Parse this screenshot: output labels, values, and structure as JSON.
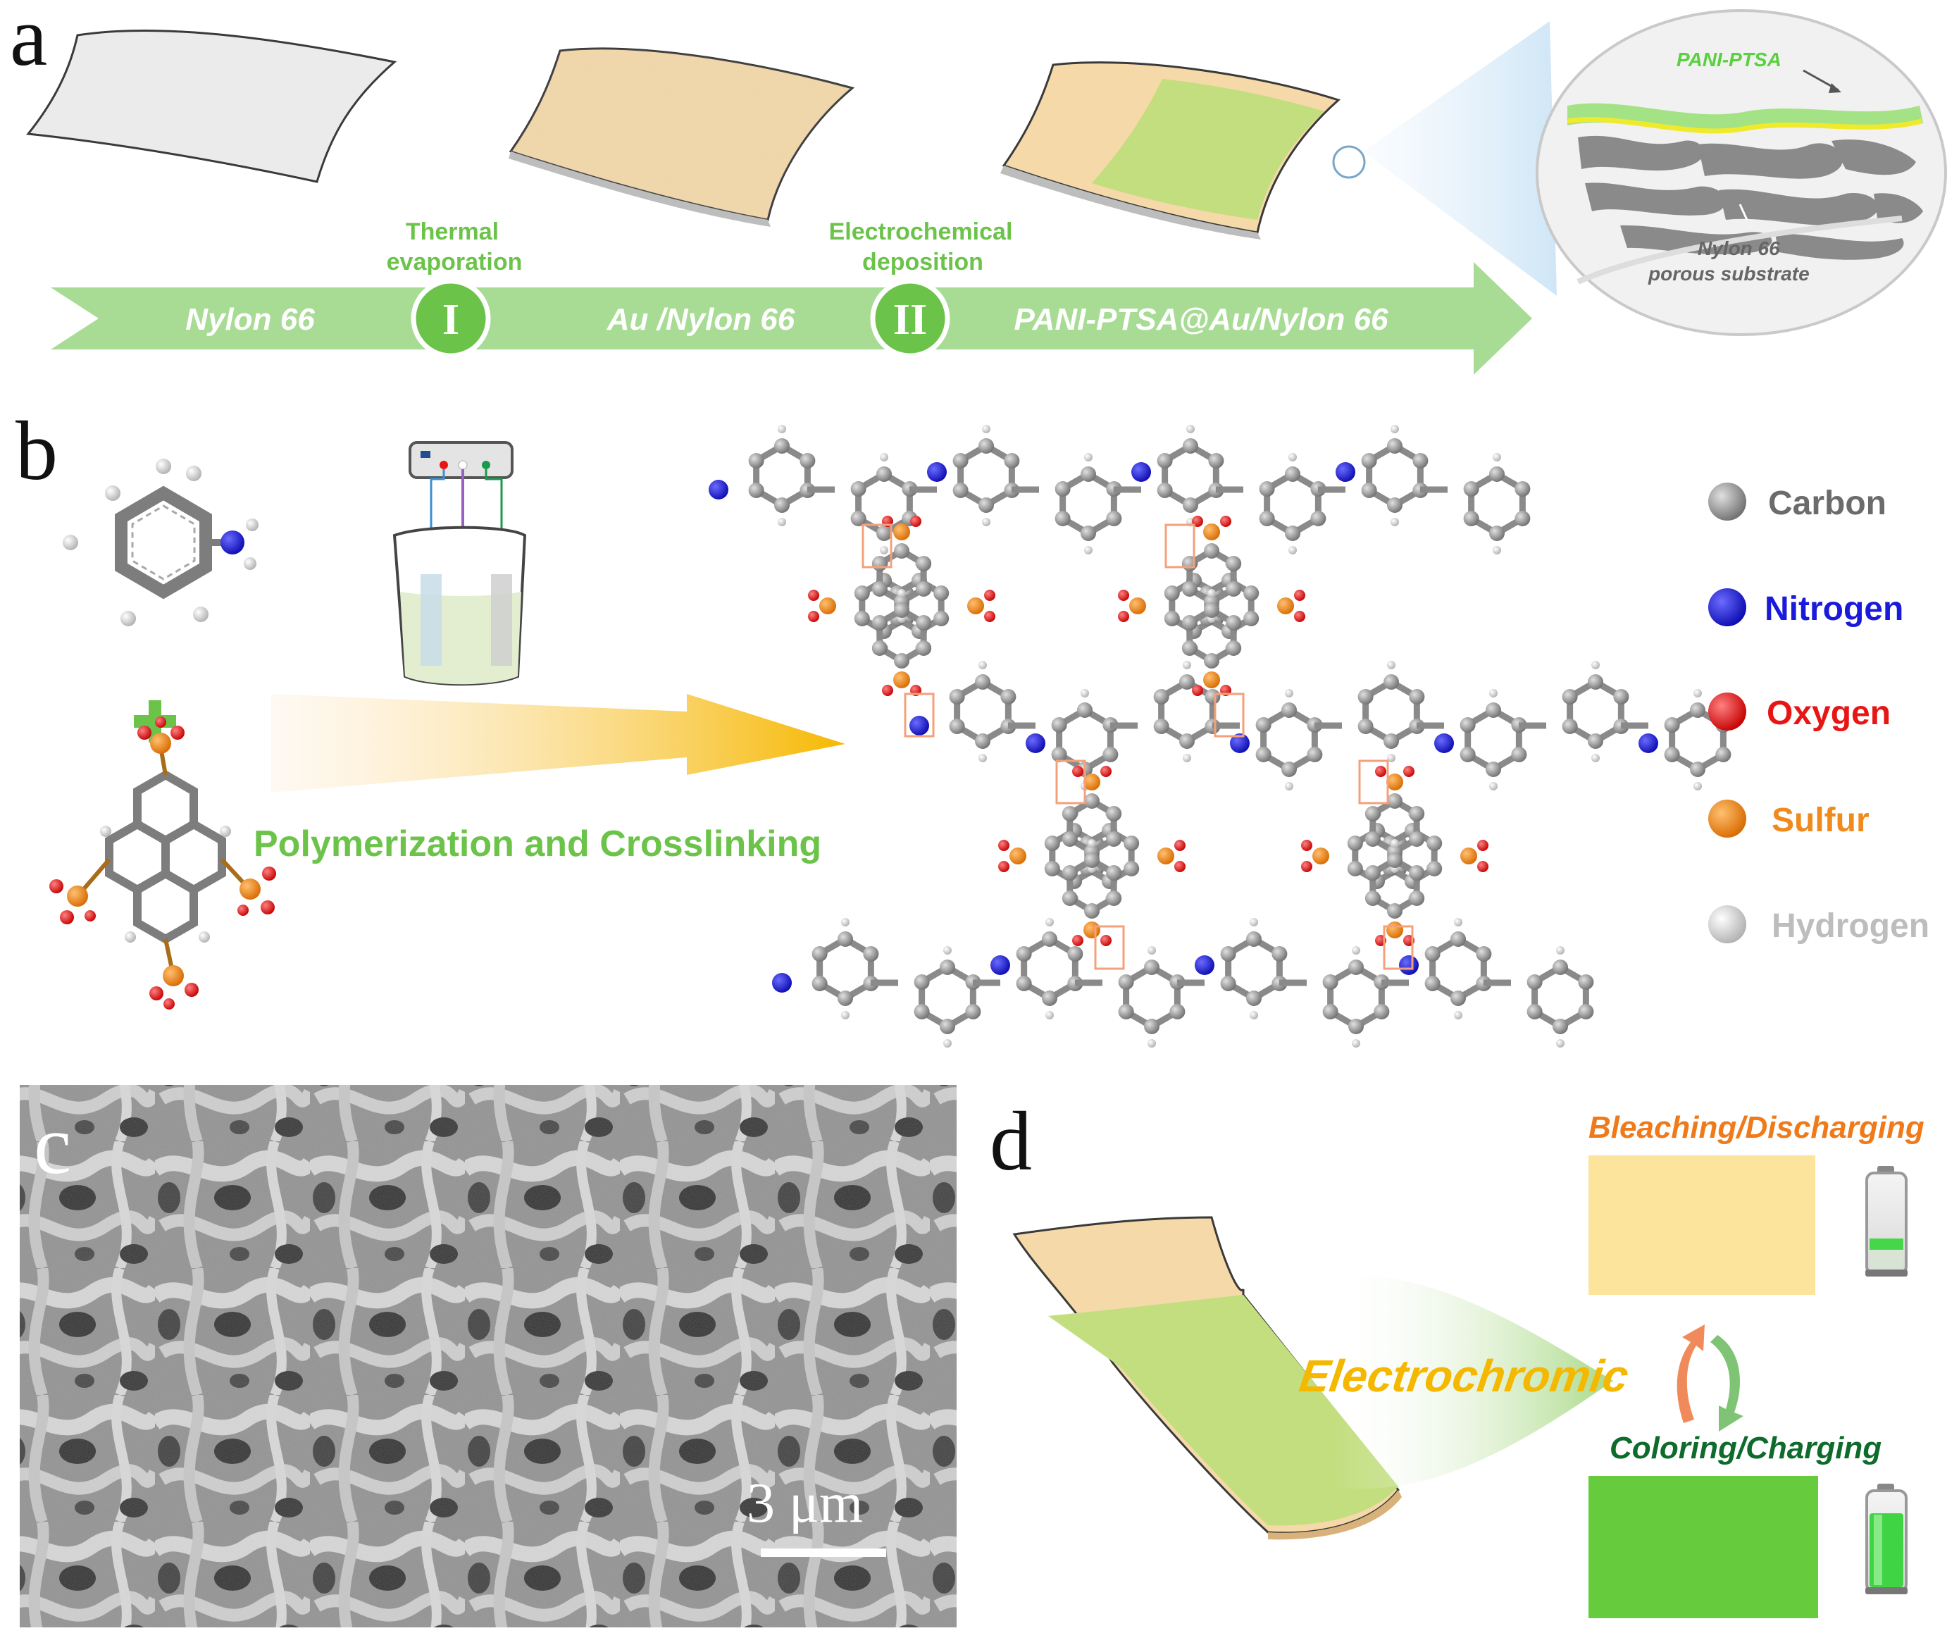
{
  "panels": {
    "a": "a",
    "b": "b",
    "c": "c",
    "d": "d"
  },
  "panel_a": {
    "arrow_labels": [
      "Nylon  66",
      "Au /Nylon  66",
      "PANI-PTSA@Au/Nylon  66"
    ],
    "step1": {
      "numeral": "I",
      "line1": "Thermal",
      "line2": "evaporation"
    },
    "step2": {
      "numeral": "II",
      "line1": "Electrochemical",
      "line2": "deposition"
    },
    "zoom": {
      "coating": "PANI-PTSA",
      "substrate_line1": "Nylon 66",
      "substrate_line2": "porous substrate"
    }
  },
  "panel_b": {
    "process_label": "Polymerization and Crosslinking",
    "legend": [
      {
        "label": "Carbon",
        "color": "#8c8c8c"
      },
      {
        "label": "Nitrogen",
        "color": "#1a1adb"
      },
      {
        "label": "Oxygen",
        "color": "#e81515"
      },
      {
        "label": "Sulfur",
        "color": "#f08a1c"
      },
      {
        "label": "Hydrogen",
        "color": "#bdbdbd"
      }
    ]
  },
  "panel_c": {
    "scale_bar": "3 μm"
  },
  "panel_d": {
    "process_label": "Electrochromic",
    "bleached_label": "Bleaching/Discharging",
    "colored_label": "Coloring/Charging"
  },
  "colors": {
    "arrow_green": "#a8dc94",
    "accent_green": "#6cc34a",
    "film_tan": "#f5d9a8",
    "film_green": "#c2de7e",
    "bleached_yellow": "#fde49c",
    "colored_green": "#66cc3d",
    "orange_text": "#f07a1a",
    "dark_green_text": "#0e6b2c",
    "gold_text": "#f5b800"
  }
}
